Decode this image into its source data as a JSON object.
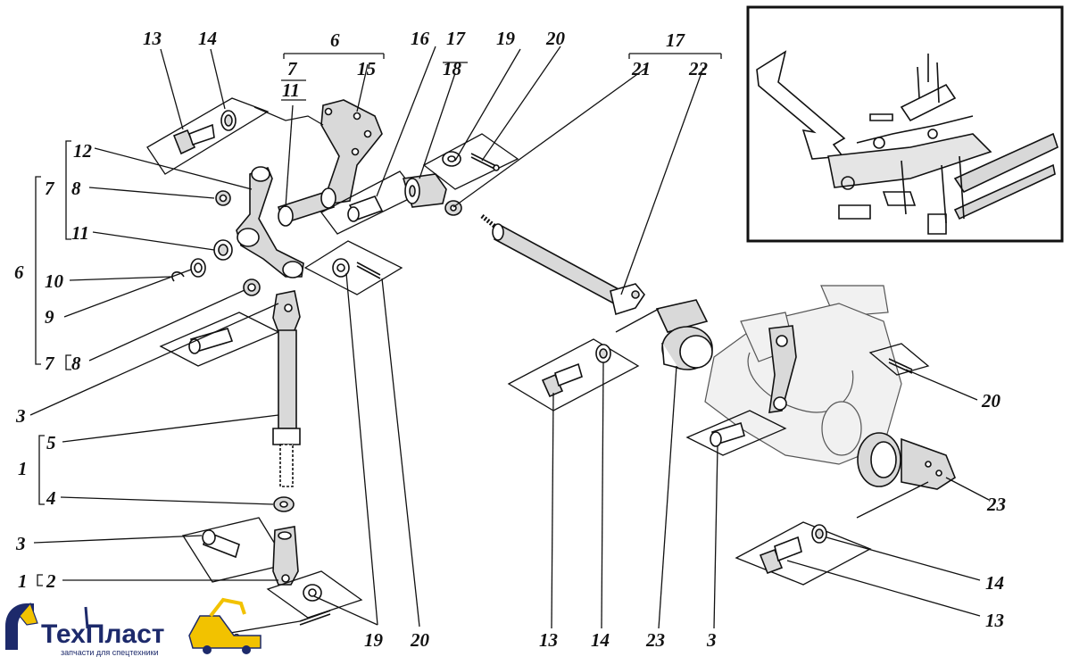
{
  "labels": {
    "n13a": "13",
    "n14a": "14",
    "n6top": "6",
    "n7top": "7",
    "n15": "15",
    "n11top": "11",
    "n16": "16",
    "n17a": "17",
    "n18": "18",
    "n19a": "19",
    "n20a": "20",
    "n17b": "17",
    "n21": "21",
    "n22": "22",
    "n12": "12",
    "n7side": "7",
    "n8a": "8",
    "n11": "11",
    "n6side": "6",
    "n10": "10",
    "n9": "9",
    "n7b": "7",
    "n8b": "8",
    "n3a": "3",
    "n5": "5",
    "n1a": "1",
    "n4": "4",
    "n3b": "3",
    "n1b": "1",
    "n2": "2",
    "n20b": "20",
    "n19b": "19",
    "n20c": "20",
    "n13b": "13",
    "n14b": "14",
    "n23a": "23",
    "n3c": "3",
    "n20d": "20",
    "n23b": "23",
    "n14c": "14",
    "n13c": "13"
  },
  "logo": {
    "text": "ТехПласт",
    "subtitle": "запчасти для спецтехники",
    "brand_color": "#1d2a6b",
    "accent_color": "#f2c200"
  }
}
